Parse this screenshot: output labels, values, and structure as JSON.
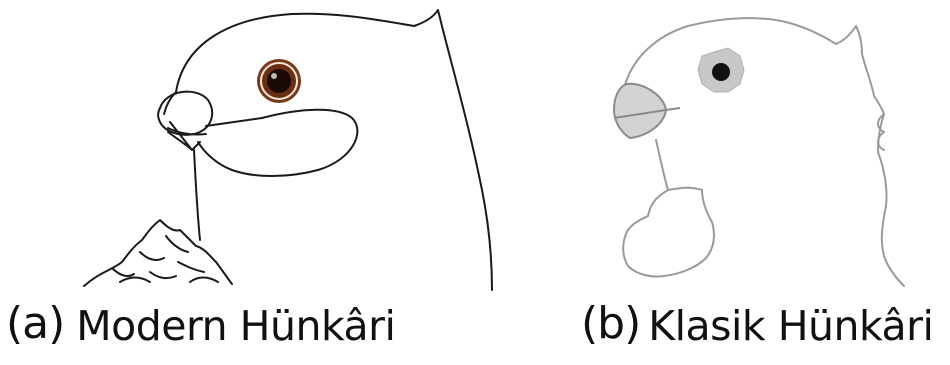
{
  "panels": [
    {
      "tag": "(a)",
      "label": "Modern Hünkâri"
    },
    {
      "tag": "(b)",
      "label": "Klasik Hünkâri"
    }
  ],
  "colors": {
    "outline": "#1a1a1a",
    "eye_iris_a": "#7a3a1a",
    "eye_ring_b": "#c8c8c8",
    "beak_fill_b": "#d3d3d3",
    "caption_text": "#111111"
  }
}
